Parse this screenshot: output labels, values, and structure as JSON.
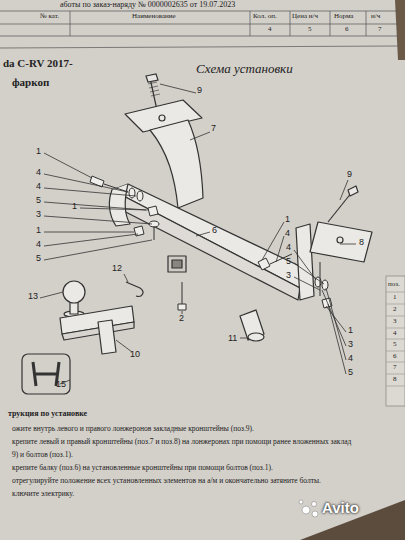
{
  "diagram": {
    "title": "Схема установки",
    "labels": [
      "аботы по заказ-наряду № 0000002635 от 19.07.2023",
      "№ кат.",
      "Наименование",
      "Кол. оп.",
      "Цена н/ч",
      "Норма",
      "н/ч",
      "4",
      "5",
      "6",
      "7",
      "da C-RV 2017-",
      "фаркоп",
      "9",
      "7",
      "1",
      "4",
      "4",
      "5",
      "3",
      "1",
      "1",
      "4",
      "5",
      "6",
      "9",
      "8",
      "1",
      "4",
      "4",
      "5",
      "3",
      "12",
      "2",
      "13",
      "10",
      "11",
      "1",
      "3",
      "4",
      "5",
      "15",
      "поз.",
      "1",
      "2",
      "3",
      "4",
      "5",
      "6",
      "7",
      "8",
      "трукция по установке",
      "ожите внутрь левого и правого лонжеронов закладные кронштейны (поз.9).",
      "крепите левый и правый кронштейны (поз.7 и поз.8) на лонжеронах при помощи ранее вложенных заклад",
      "9) и болтов (поз.1).",
      "крепите балку (поз.6) на установленные кронштейны при помощи болтов (поз.1).",
      "отрегулируйте положение всех установленных элементов на а/м и окончательно затяните болты.",
      "ключите электрику.",
      "Avito"
    ]
  }
}
